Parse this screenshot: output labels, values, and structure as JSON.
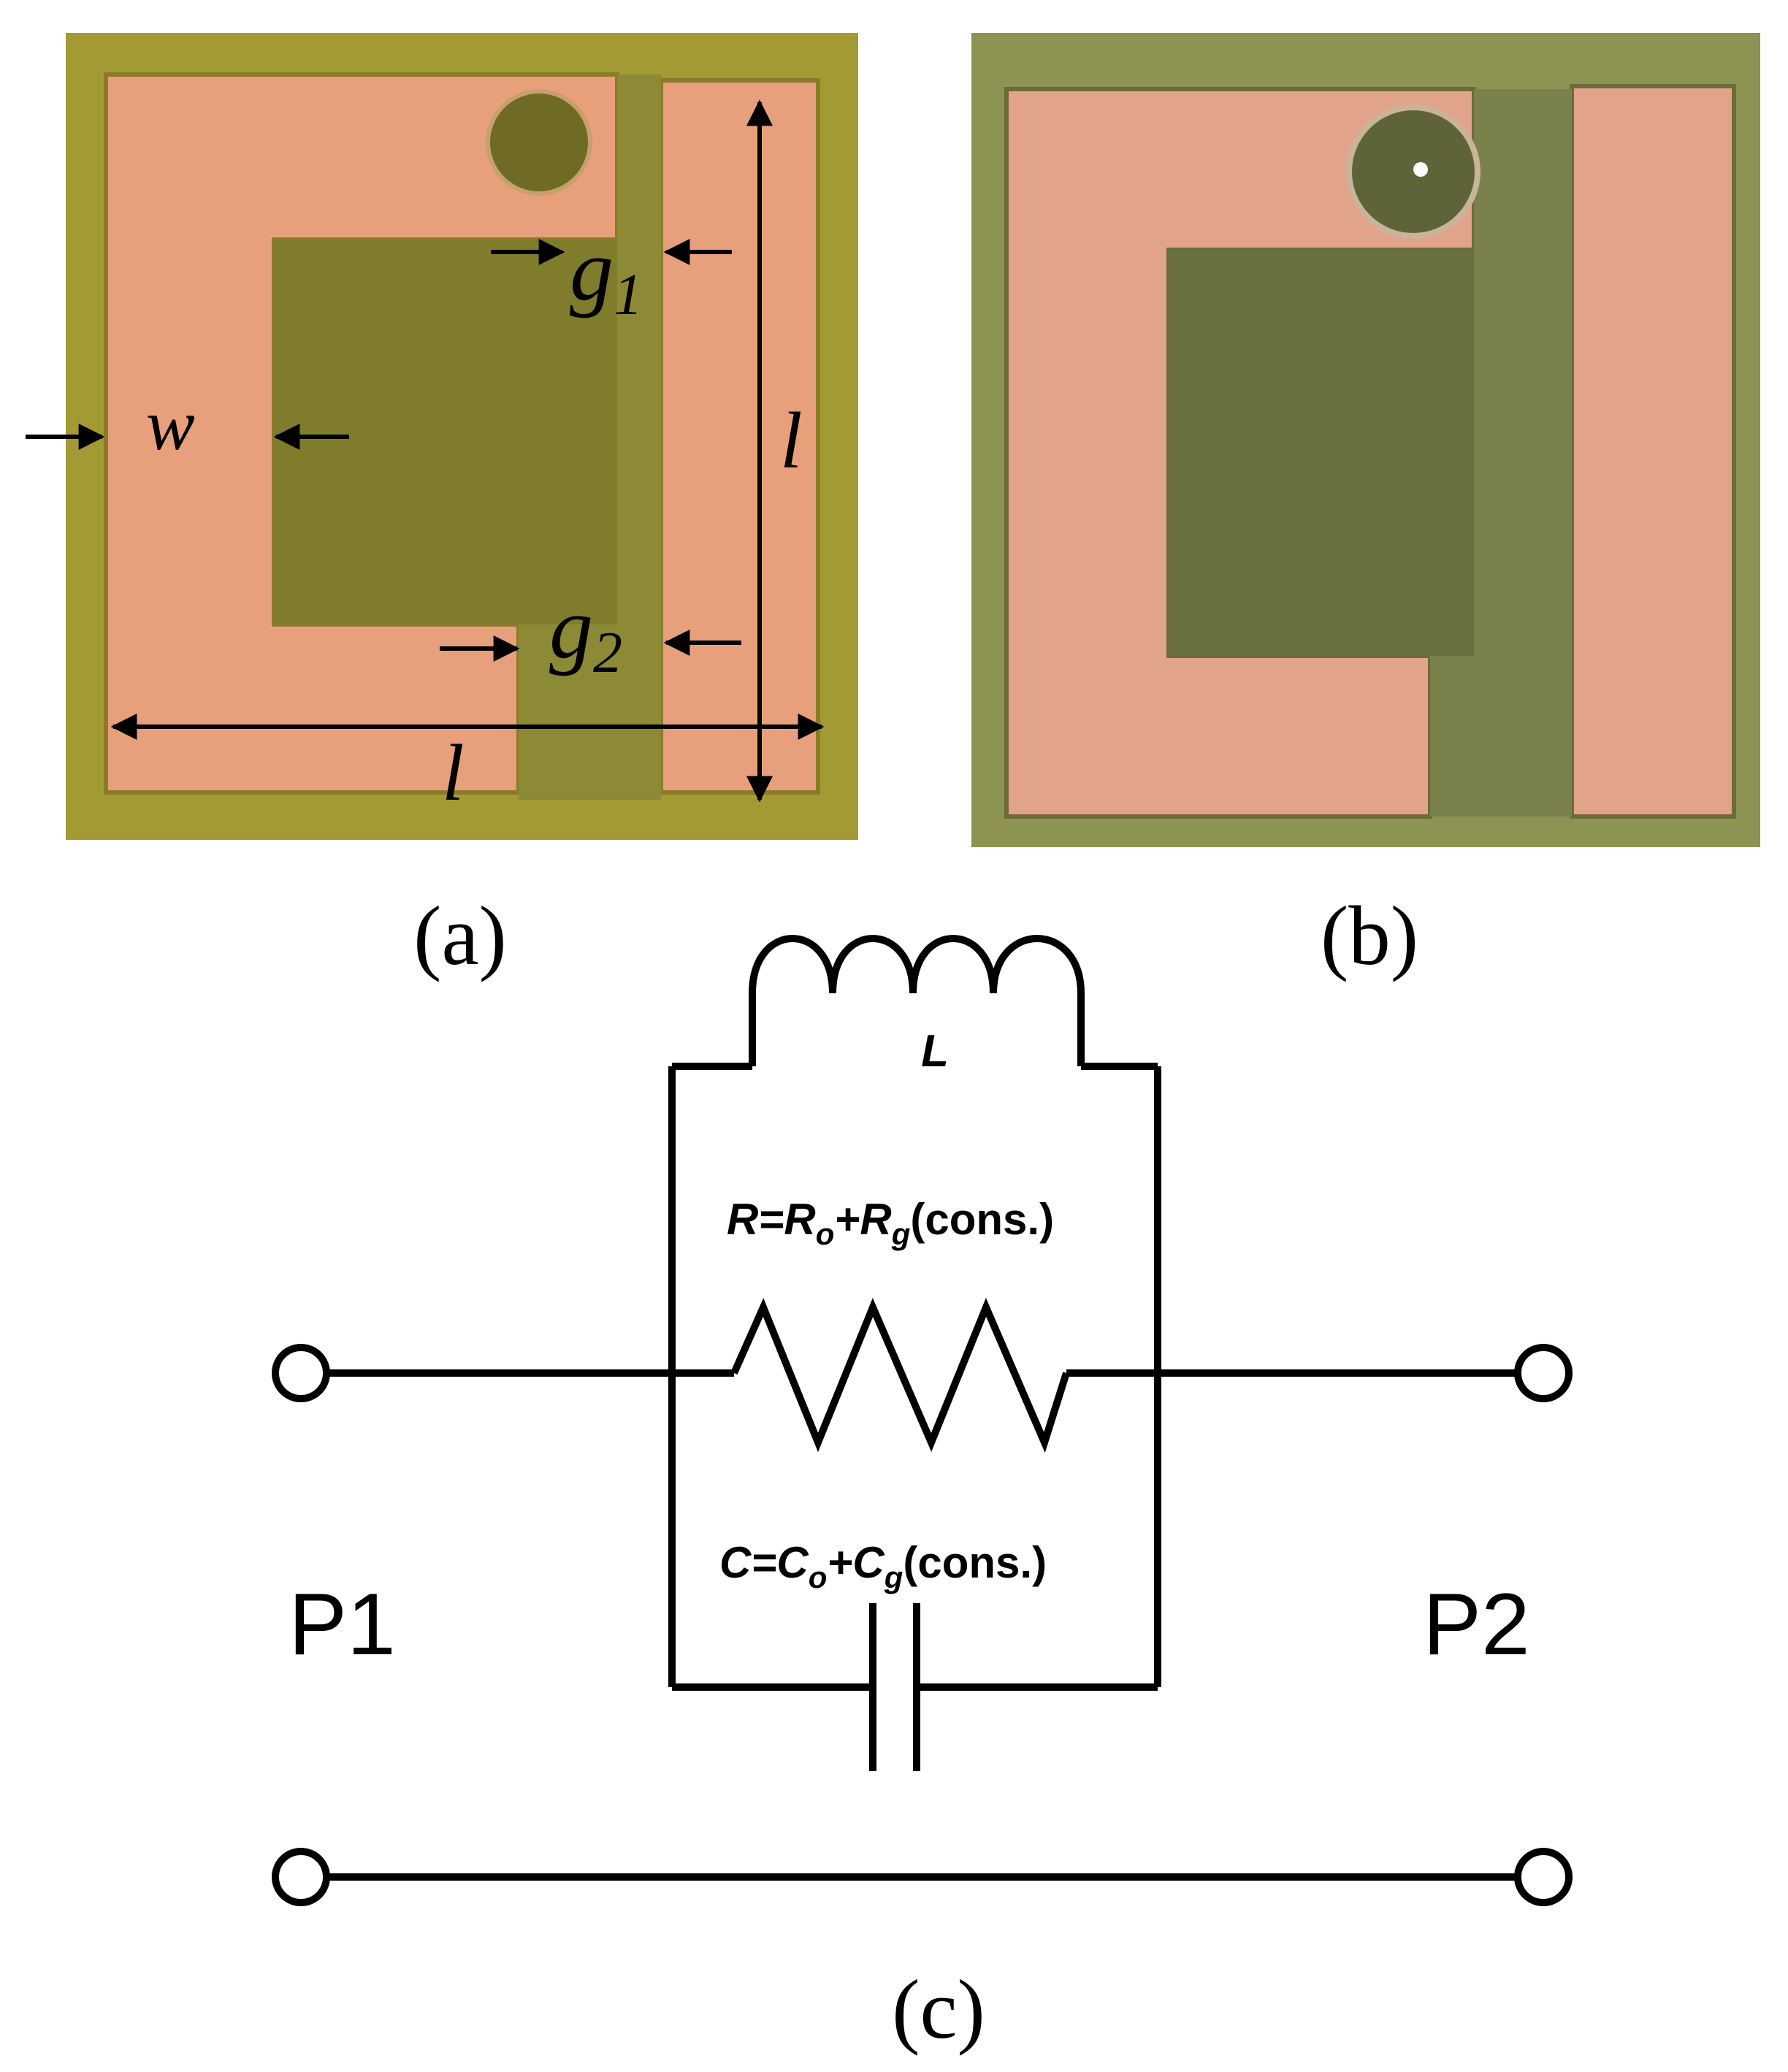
{
  "figure": {
    "panels": {
      "a": {
        "caption": "(a)"
      },
      "b": {
        "caption": "(b)"
      },
      "c": {
        "caption": "(c)"
      }
    },
    "dimensions": {
      "w": "w",
      "g1_base": "g",
      "g1_sub": "1",
      "g2_base": "g",
      "g2_sub": "2",
      "l_vertical": "l",
      "l_horizontal": "l"
    },
    "circuit": {
      "inductor_label": "L",
      "resistor_label": {
        "a": "R=R",
        "sub1": "o",
        "b": "+R",
        "sub2": "g",
        "c": "(cons.)"
      },
      "capacitor_label": {
        "a": "C=C",
        "sub1": "o",
        "b": "+C",
        "sub2": "g",
        "c": "(cons.)"
      },
      "port1": "P1",
      "port2": "P2"
    },
    "colors": {
      "copper": "#e7a07b",
      "substrate_a": "#a39a33",
      "substrate_b": "#8d9352",
      "slot_dark_a": "#7f7d2c",
      "slot_dark_b": "#69703f",
      "line": "#000000"
    }
  }
}
